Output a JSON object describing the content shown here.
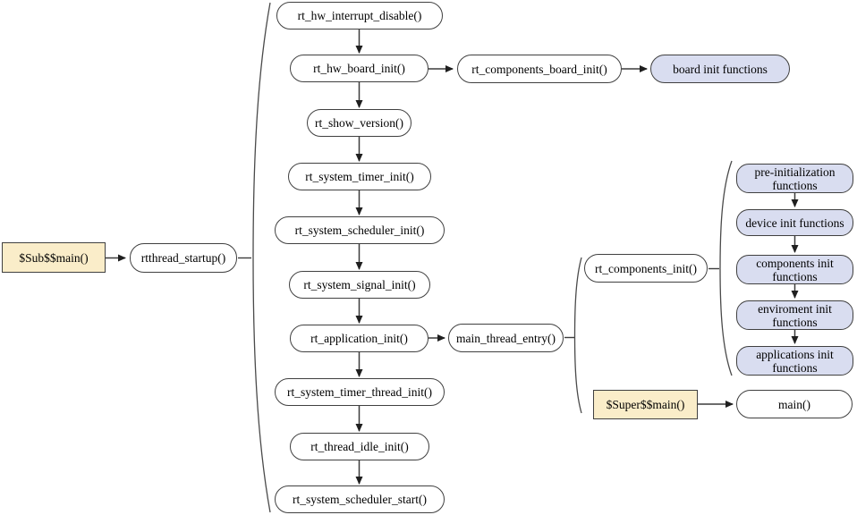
{
  "nodes": {
    "sub_main": "$Sub$$main()",
    "rtthread_startup": "rtthread_startup()",
    "rt_hw_interrupt_disable": "rt_hw_interrupt_disable()",
    "rt_hw_board_init": "rt_hw_board_init()",
    "rt_components_board_init": "rt_components_board_init()",
    "board_init_functions": "board init functions",
    "rt_show_version": "rt_show_version()",
    "rt_system_timer_init": "rt_system_timer_init()",
    "rt_system_scheduler_init": "rt_system_scheduler_init()",
    "rt_system_signal_init": "rt_system_signal_init()",
    "rt_application_init": "rt_application_init()",
    "main_thread_entry": "main_thread_entry()",
    "rt_components_init": "rt_components_init()",
    "pre_initialization_functions": "pre-initialization functions",
    "device_init_functions": "device init functions",
    "components_init_functions": "components init functions",
    "enviroment_init_functions": "enviroment init functions",
    "applications_init_functions": "applications init functions",
    "super_main": "$Super$$main()",
    "main": "main()",
    "rt_system_timer_thread_init": "rt_system_timer_thread_init()",
    "rt_thread_idle_init": "rt_thread_idle_init()",
    "rt_system_scheduler_start": "rt_system_scheduler_start()"
  },
  "colors": {
    "entry_fill": "#FAEDC9",
    "group_fill": "#D9DDF0",
    "node_border": "#404040",
    "arrow": "#383838"
  }
}
